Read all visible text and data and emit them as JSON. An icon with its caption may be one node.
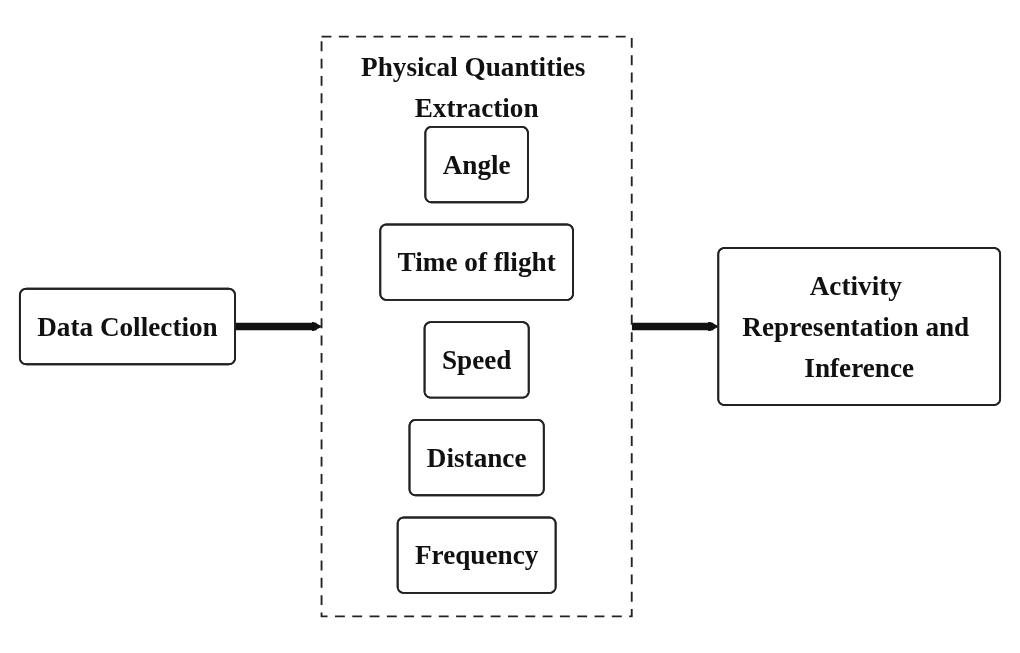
{
  "diagram": {
    "nodes": [
      {
        "text": [
          "Data Collection"
        ]
      },
      {
        "text": [
          "Physical Quantities Extraction"
        ]
      },
      {
        "text": [
          "Angle"
        ],
        "in": 1
      },
      {
        "text": [
          "Time of flight"
        ],
        "in": 1
      },
      {
        "text": [
          "Speed"
        ],
        "in": 1
      },
      {
        "text": [
          "Distance"
        ],
        "in": 1
      },
      {
        "text": [
          "Frequency"
        ],
        "in": 1
      },
      {
        "text": [
          "Activity Representation and Inference"
        ]
      }
    ],
    "edges": [
      {
        "from": 0,
        "to": 1,
        "arrow": "to"
      },
      {
        "from": 1,
        "to": 7,
        "arrow": "to"
      }
    ]
  }
}
